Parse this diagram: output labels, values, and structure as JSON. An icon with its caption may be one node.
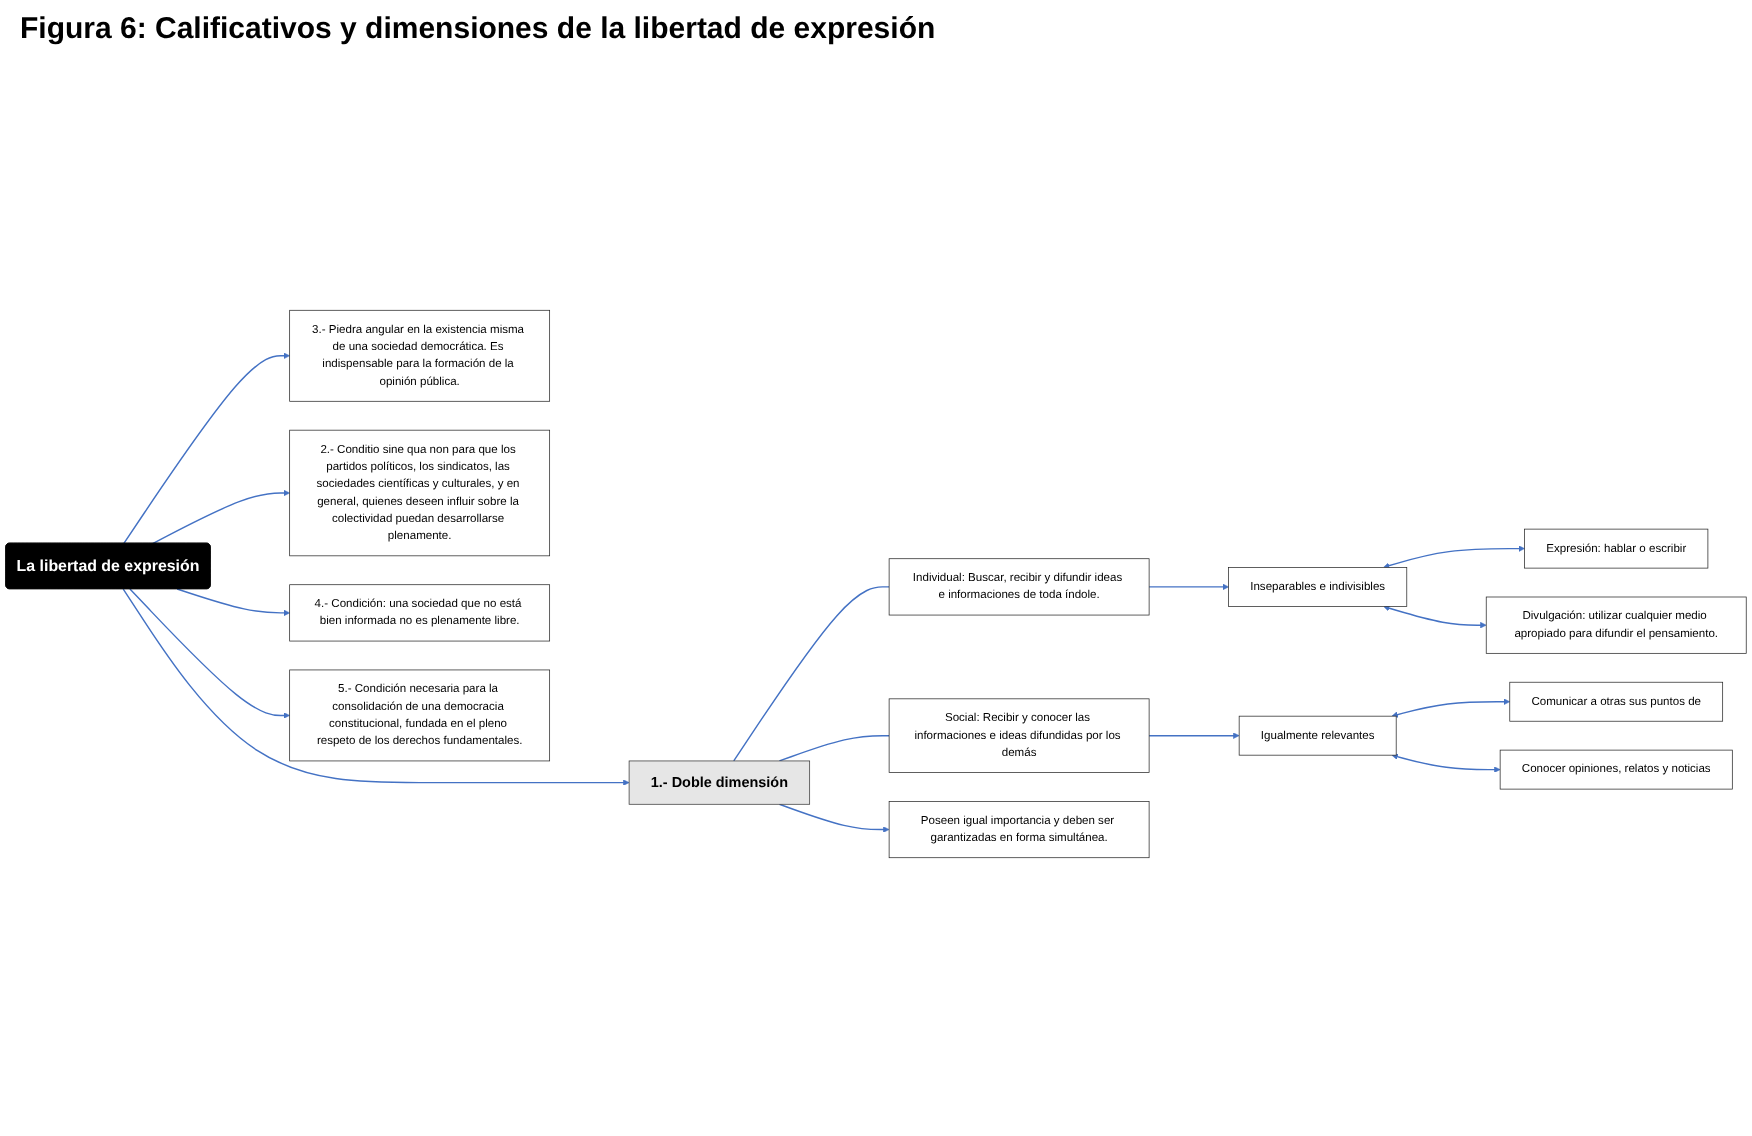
{
  "diagram": {
    "title": "Figura 6: Calificativos y dimensiones de la libertad de expresión",
    "nodes": [
      {
        "text": [
          "La libertad de expresión"
        ]
      },
      {
        "text": [
          "3.- Piedra angular en la existencia misma de una sociedad democrática. Es indispensable para la formación de la opinión pública."
        ]
      },
      {
        "text": [
          "2.- Conditio sine qua non para que los partidos políticos, los sindicatos, las sociedades científicas y culturales, y en general, quienes deseen influir sobre la colectividad puedan desarrollarse plenamente."
        ]
      },
      {
        "text": [
          "1.- Doble dimensión"
        ]
      },
      {
        "text": [
          "Expresión: hablar o escribir"
        ]
      },
      {
        "text": [
          "Divulgación: utilizar cualquier medio apropiado para difundir el pensamiento."
        ]
      },
      {
        "text": [
          "Inseparables e indivisibles"
        ]
      },
      {
        "text": [
          "Individual: Buscar, recibir y difundir ideas e informaciones de toda índole."
        ]
      },
      {
        "text": [
          "Social: Recibir y conocer las informaciones e ideas difundidas por los demás"
        ]
      },
      {
        "text": [
          "4.- Condición: una sociedad que no está bien informada no es plenamente libre."
        ]
      },
      {
        "text": [
          "Poseen igual importancia y deben ser garantizadas en forma simultánea."
        ]
      },
      {
        "text": [
          "Igualmente relevantes"
        ]
      },
      {
        "text": [
          "Comunicar a otras sus puntos de"
        ]
      },
      {
        "text": [
          "Conocer opiniones, relatos y noticias"
        ]
      },
      {
        "text": [
          "5.- Condición necesaria para la consolidación de una democracia constitucional, fundada en el pleno respeto de los derechos fundamentales."
        ]
      }
    ],
    "edges": [
      {
        "from": 0,
        "to": 1,
        "arrow": "to"
      },
      {
        "from": 0,
        "to": 2,
        "arrow": "to"
      },
      {
        "from": 0,
        "to": 3,
        "arrow": "to"
      },
      {
        "from": 0,
        "to": 9,
        "arrow": "to"
      },
      {
        "from": 0,
        "to": 14,
        "arrow": "to"
      },
      {
        "from": 3,
        "to": 10,
        "arrow": "to"
      },
      {
        "from": 3,
        "to": 7,
        "arrow": "none"
      },
      {
        "from": 3,
        "to": 8,
        "arrow": "none"
      },
      {
        "from": 7,
        "to": 6,
        "arrow": "to"
      },
      {
        "from": 6,
        "to": 4,
        "arrow": "both"
      },
      {
        "from": 6,
        "to": 5,
        "arrow": "both"
      },
      {
        "from": 8,
        "to": 11,
        "arrow": "to"
      },
      {
        "from": 11,
        "to": 12,
        "arrow": "both"
      },
      {
        "from": 11,
        "to": 13,
        "arrow": "both"
      }
    ]
  }
}
